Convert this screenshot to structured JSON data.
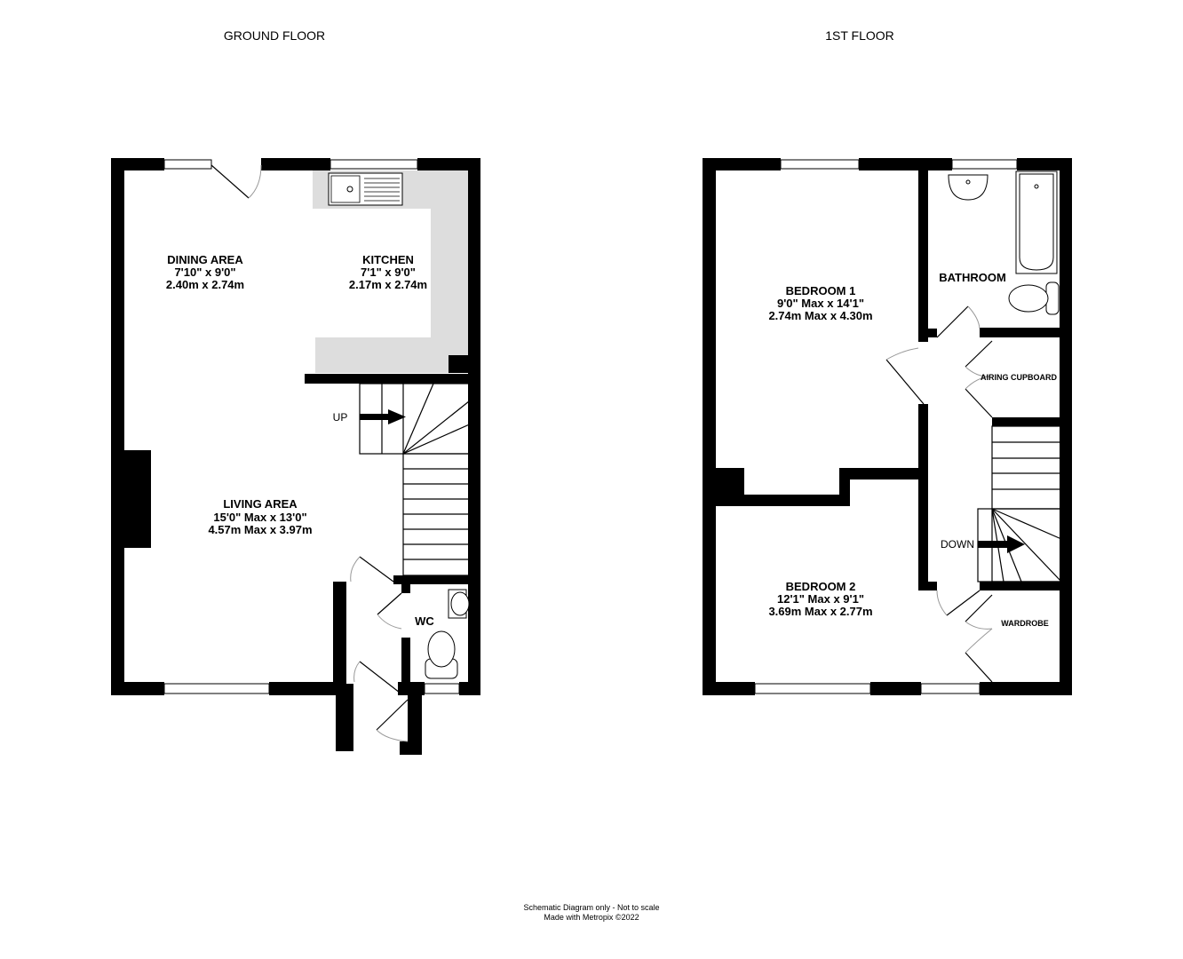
{
  "ground_floor": {
    "title": "GROUND FLOOR",
    "rooms": [
      {
        "name": "DINING AREA",
        "imperial": "7'10\"  x 9'0\"",
        "metric": "2.40m  x 2.74m"
      },
      {
        "name": "KITCHEN",
        "imperial": "7'1\"  x 9'0\"",
        "metric": "2.17m  x 2.74m"
      },
      {
        "name": "LIVING AREA",
        "imperial": "15'0\" Max x 13'0\"",
        "metric": "4.57m Max x 3.97m"
      },
      {
        "name": "WC"
      }
    ],
    "stairs_label": "UP"
  },
  "first_floor": {
    "title": "1ST FLOOR",
    "rooms": [
      {
        "name": "BEDROOM 1",
        "imperial": "9'0\" Max x 14'1\"",
        "metric": "2.74m Max x 4.30m"
      },
      {
        "name": "BATHROOM"
      },
      {
        "name": "AIRING CUPBOARD"
      },
      {
        "name": "BEDROOM 2",
        "imperial": "12'1\" Max x 9'1\"",
        "metric": "3.69m Max x 2.77m"
      },
      {
        "name": "WARDROBE"
      }
    ],
    "stairs_label": "DOWN"
  },
  "footer": {
    "line1": "Schematic Diagram only - Not to scale",
    "line2": "Made with Metropix ©2022"
  },
  "colors": {
    "wall": "#000000",
    "counter": "#dddddd"
  }
}
